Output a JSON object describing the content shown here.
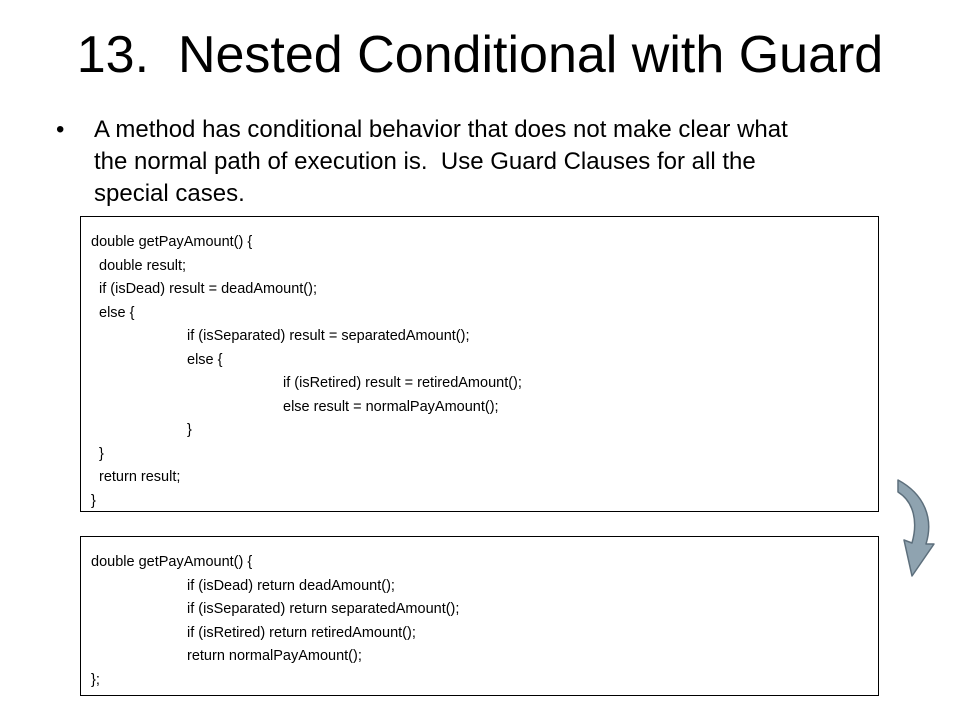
{
  "slide": {
    "title": "13.  Nested Conditional with Guard",
    "bullet_lines": [
      "A method has conditional behavior that does not make clear what",
      "the normal path of execution is.  Use Guard Clauses for all the",
      "special cases."
    ],
    "bullet_marker": "•"
  },
  "code_before": {
    "lines": [
      {
        "indent": 0,
        "text": "double getPayAmount() {"
      },
      {
        "indent": 1,
        "text": "double result;"
      },
      {
        "indent": 1,
        "text": "if (isDead) result = deadAmount();"
      },
      {
        "indent": 1,
        "text": "else {"
      },
      {
        "indent": 2,
        "text": "if (isSeparated) result = separatedAmount();"
      },
      {
        "indent": 2,
        "text": "else {"
      },
      {
        "indent": 3,
        "text": "if (isRetired) result = retiredAmount();"
      },
      {
        "indent": 3,
        "text": "else result = normalPayAmount();"
      },
      {
        "indent": 2,
        "text": "}"
      },
      {
        "indent": 1,
        "text": "}"
      },
      {
        "indent": 1,
        "text": "return result;"
      },
      {
        "indent": 0,
        "text": "}"
      }
    ]
  },
  "code_after": {
    "lines": [
      {
        "indent": 0,
        "text": "double getPayAmount() {"
      },
      {
        "indent": 2,
        "text": "if (isDead) return deadAmount();"
      },
      {
        "indent": 2,
        "text": "if (isSeparated) return separatedAmount();"
      },
      {
        "indent": 2,
        "text": "if (isRetired) return retiredAmount();"
      },
      {
        "indent": 2,
        "text": "return normalPayAmount();"
      },
      {
        "indent": 0,
        "text": "};"
      }
    ]
  },
  "arrow": {
    "icon": "curved-down-arrow-icon",
    "fill_color": "#8fa3b0",
    "stroke_color": "#5d6f7c"
  }
}
